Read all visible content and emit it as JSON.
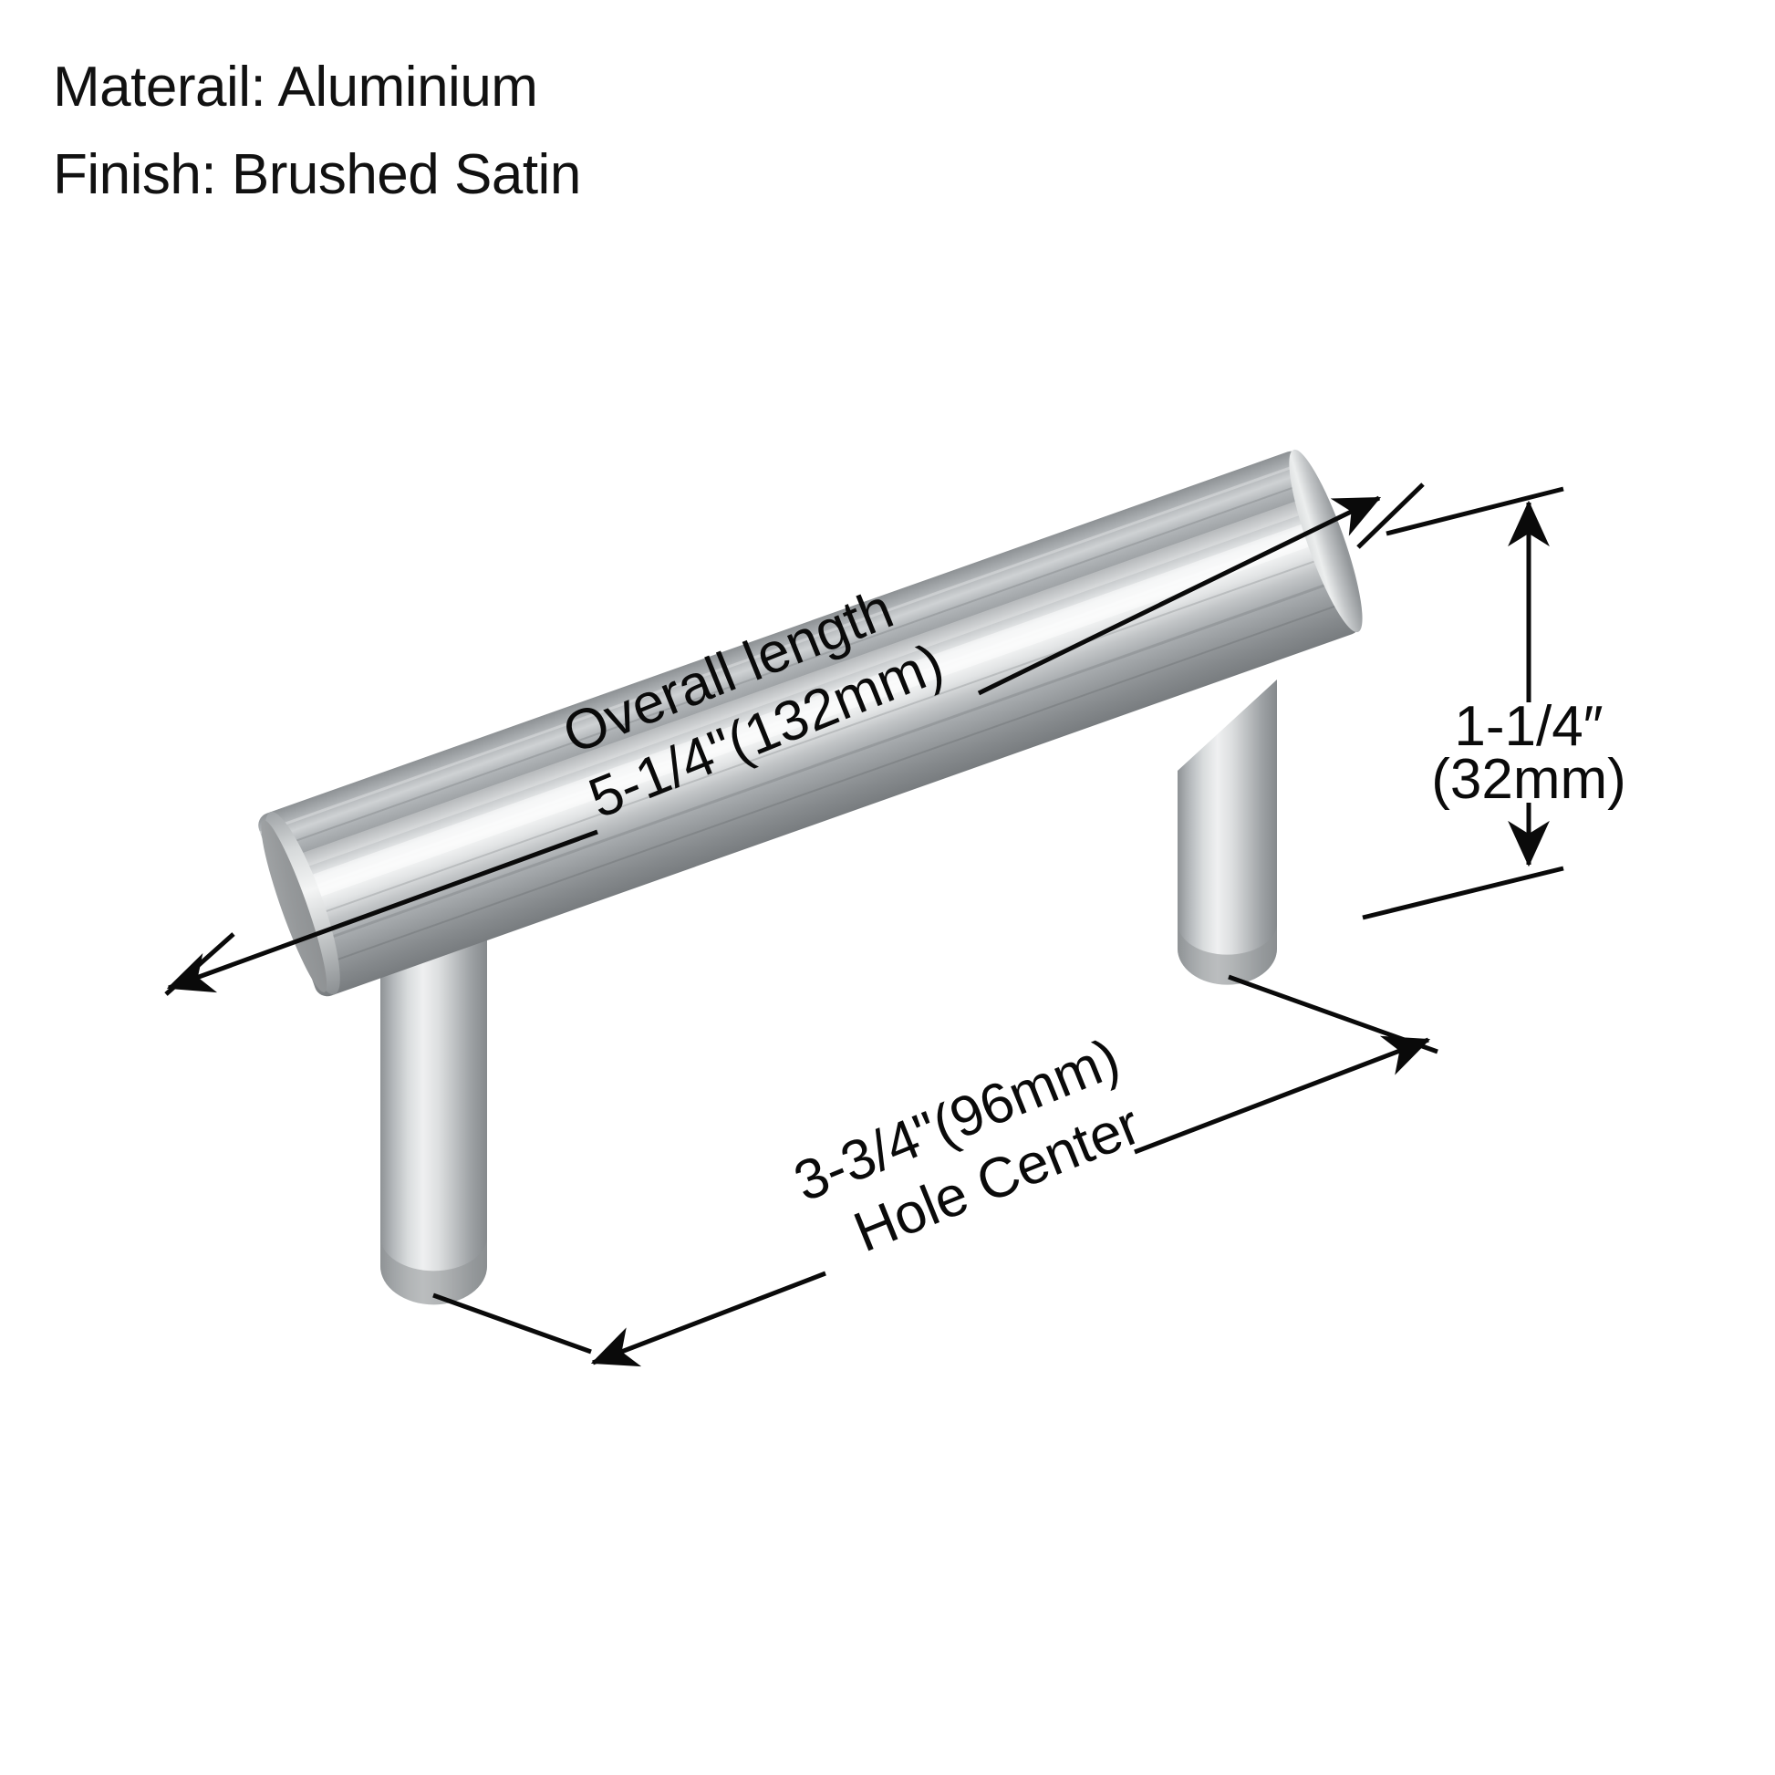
{
  "spec": {
    "material_line": "Materail: Aluminium",
    "finish_line": "Finish: Brushed Satin"
  },
  "dimensions": {
    "overall_length": {
      "label_line1": "Overall length",
      "label_line2": "5-1/4\"(132mm)"
    },
    "hole_center": {
      "label_line1": "3-3/4\"(96mm)",
      "label_line2": "Hole Center"
    },
    "height": {
      "label_line1": "1-1/4″",
      "label_line2": "(32mm)"
    }
  },
  "product": {
    "name": "cabinet-bar-pull-handle",
    "colors": {
      "line": "#0a0a0a",
      "background": "#ffffff",
      "metal_light": "#f2f3f4",
      "metal_mid": "#b9bcbe",
      "metal_dark": "#7e8285",
      "endcap_face": "#9a9d9f"
    }
  }
}
